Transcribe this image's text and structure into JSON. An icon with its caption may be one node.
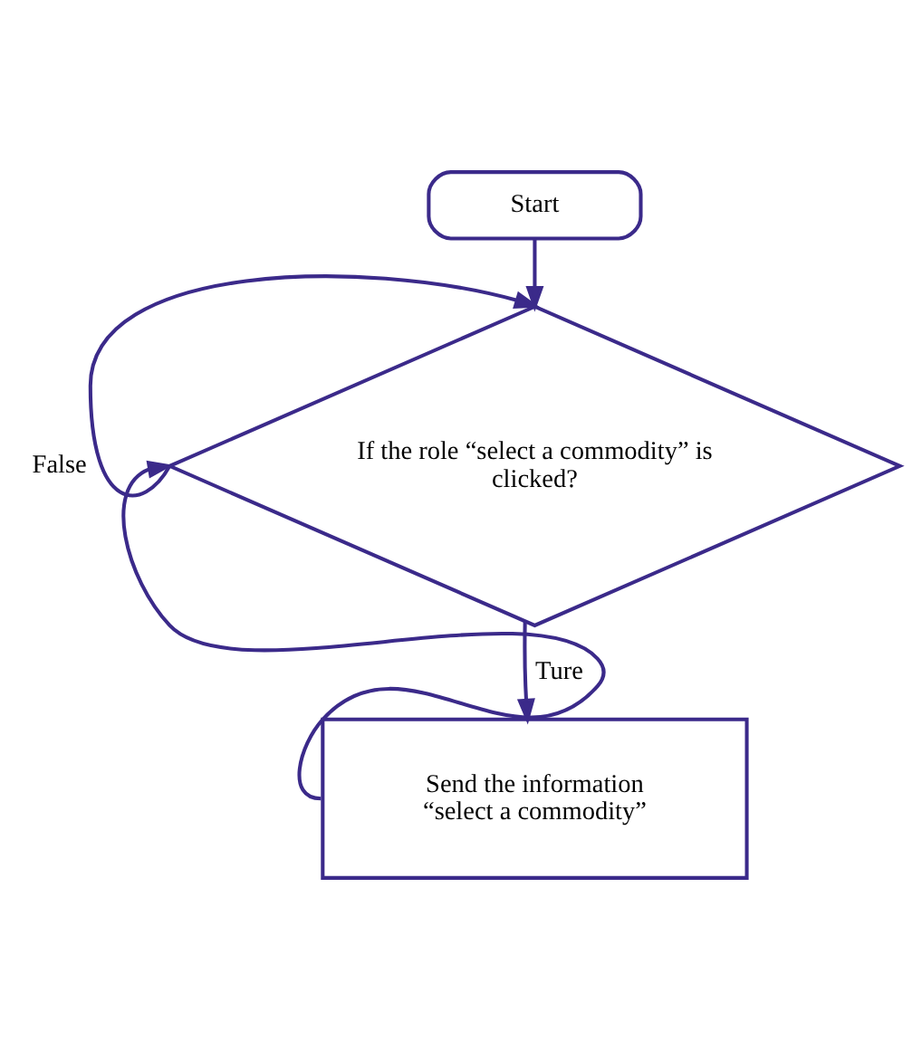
{
  "diagram": {
    "nodes": [
      {
        "text": [
          "Start"
        ]
      },
      {
        "text": [
          "If the role “select a commodity” is clicked?"
        ]
      },
      {
        "text": [
          "Send the information “select a commodity”"
        ]
      }
    ],
    "edges": [
      {
        "from": 0,
        "to": 1,
        "arrow": "to"
      },
      {
        "from": 1,
        "to": 2,
        "arrow": "to",
        "label": "Ture"
      },
      {
        "from": 1,
        "to": 1,
        "arrow": "to",
        "label": "False"
      },
      {
        "from": 2,
        "to": 1,
        "arrow": "to"
      }
    ]
  }
}
